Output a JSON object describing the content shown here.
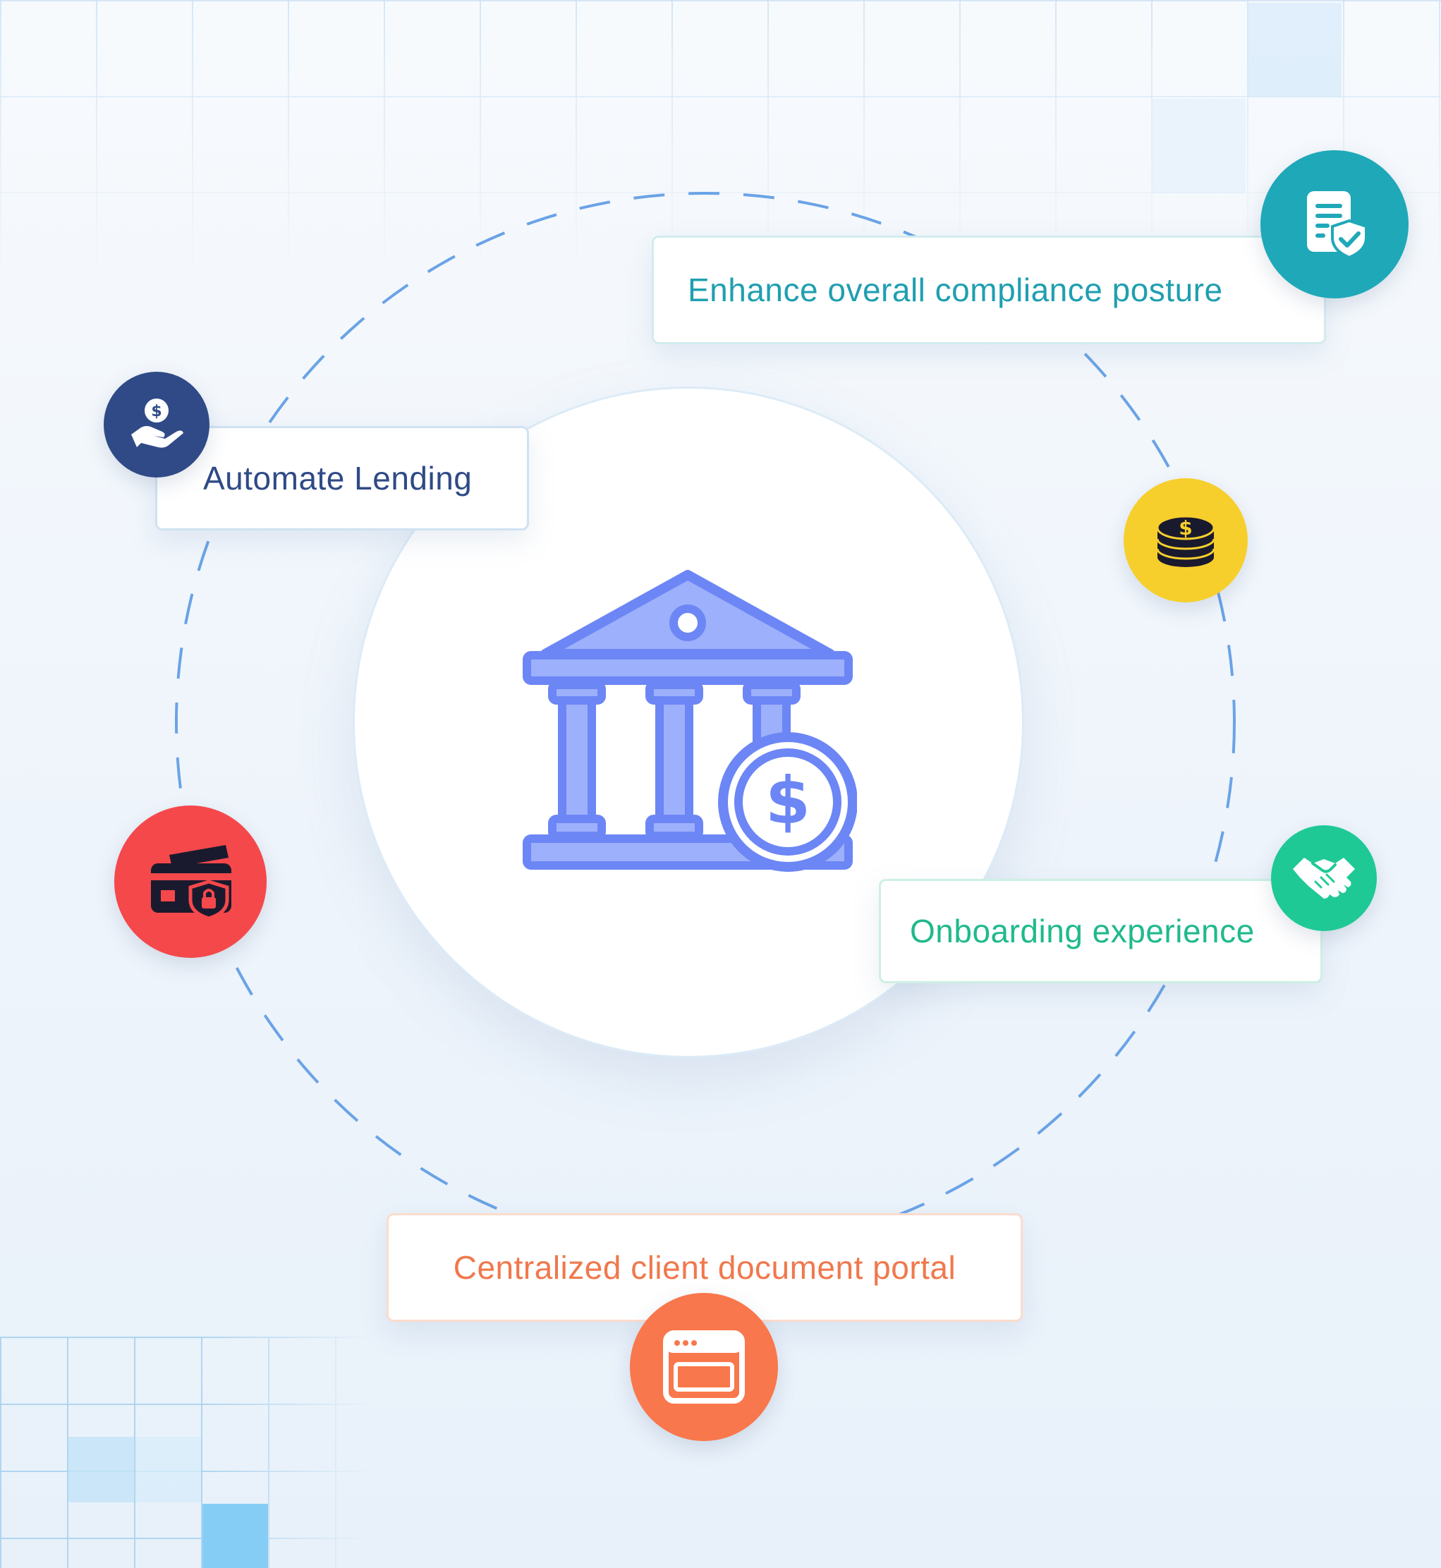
{
  "labels": {
    "automate_lending": "Automate Lending",
    "compliance": "Enhance overall compliance posture",
    "onboarding": "Onboarding experience",
    "portal": "Centralized client document portal"
  },
  "icons": {
    "center": "bank-dollar-icon",
    "lending": "hand-dollar-icon",
    "compliance": "document-shield-icon",
    "coins": "coin-stack-icon",
    "card": "credit-card-lock-icon",
    "handshake": "handshake-icon",
    "portal": "browser-window-icon"
  },
  "colors": {
    "lending": "#2f4a86",
    "compliance": "#1f9fb0",
    "coins": "#f7cf2c",
    "card": "#f5484b",
    "onboarding": "#1fc996",
    "portal": "#f9774c",
    "bank": "#6c86f5",
    "ring": "#6aa3e6"
  }
}
